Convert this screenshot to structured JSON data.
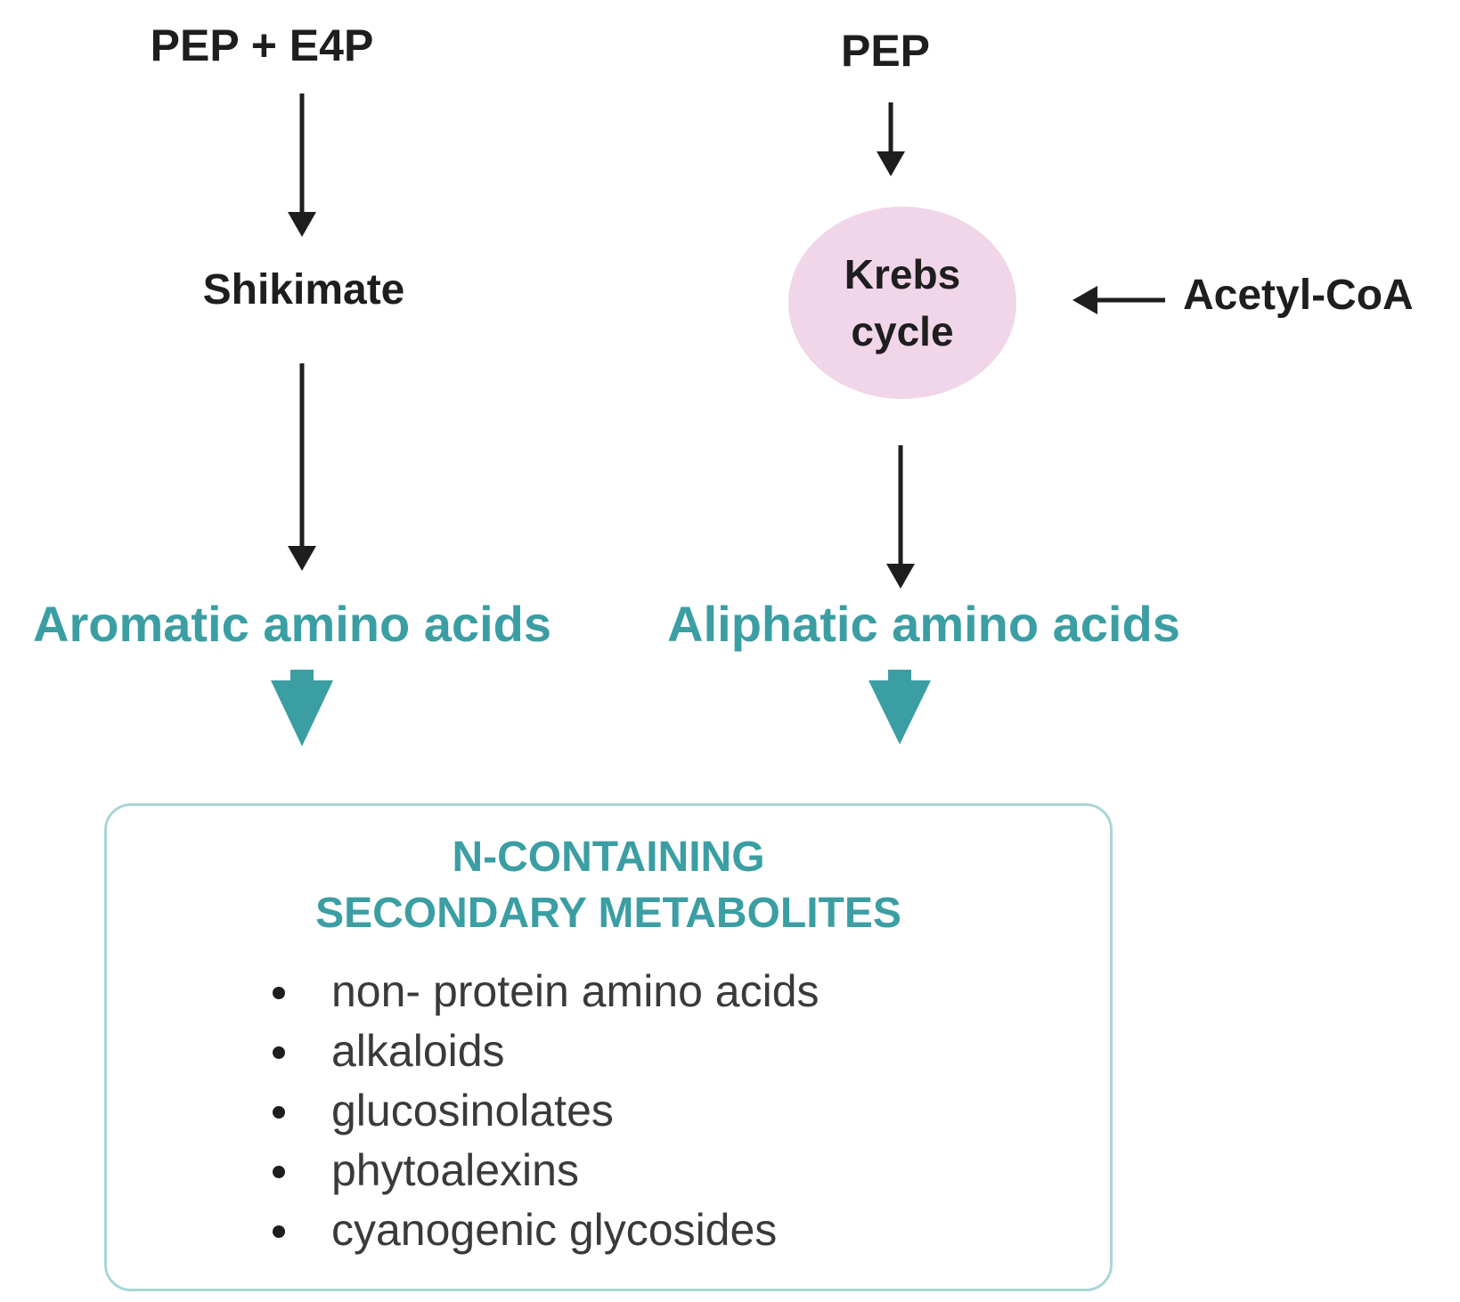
{
  "left_branch": {
    "start": "PEP + E4P",
    "intermediate": "Shikimate",
    "product": "Aromatic amino acids"
  },
  "right_branch": {
    "start": "PEP",
    "cycle_line1": "Krebs",
    "cycle_line2": "cycle",
    "input": "Acetyl-CoA",
    "product": "Aliphatic amino acids"
  },
  "result": {
    "title_line1": "N-CONTAINING",
    "title_line2": "SECONDARY METABOLITES",
    "items": [
      "non- protein amino acids",
      "alkaloids",
      "glucosinolates",
      "phytoalexins",
      "cyanogenic glycosides"
    ]
  },
  "colors": {
    "accent": "#3b9ea3",
    "krebs_fill": "#f0d6e8",
    "box_border": "#a9d6d6",
    "text": "#1e1e1e"
  }
}
